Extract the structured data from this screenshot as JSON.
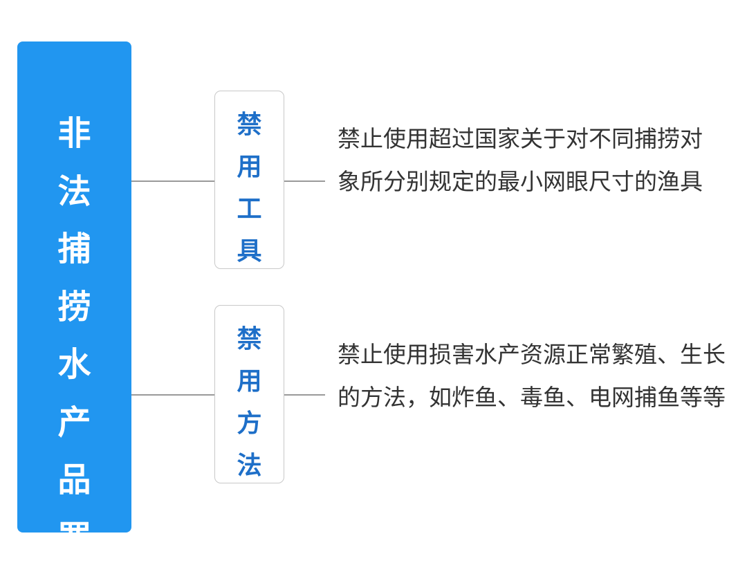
{
  "root": {
    "label": "非法捕捞水产品罪"
  },
  "branches": [
    {
      "label": "禁用工具",
      "description": "禁止使用超过国家关于对不同捕捞对象所分别规定的最小网眼尺寸的渔具"
    },
    {
      "label": "禁用方法",
      "description": "禁止使用损害水产资源正常繁殖、生长的方法，如炸鱼、毒鱼、电网捕鱼等等"
    }
  ],
  "colors": {
    "root_bg": "#2196f0",
    "branch_text": "#1e6fc8",
    "line": "#999999"
  }
}
